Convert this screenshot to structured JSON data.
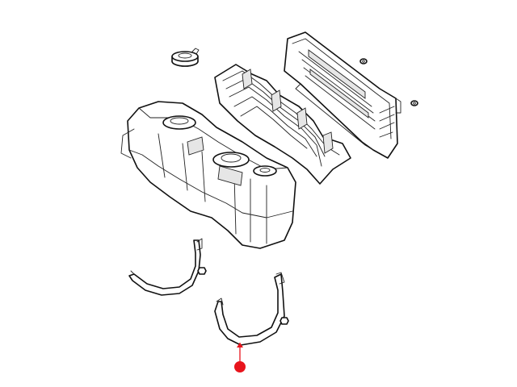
{
  "diagram": {
    "callout_color": "#e8141c",
    "line_color": "#111111",
    "parts": [
      {
        "name": "fuel-cap"
      },
      {
        "name": "fuel-tank"
      },
      {
        "name": "tank-heat-shield"
      },
      {
        "name": "rear-skid-plate"
      },
      {
        "name": "front-tank-strap"
      },
      {
        "name": "rear-tank-strap"
      }
    ],
    "highlighted_part": "rear-tank-strap"
  }
}
